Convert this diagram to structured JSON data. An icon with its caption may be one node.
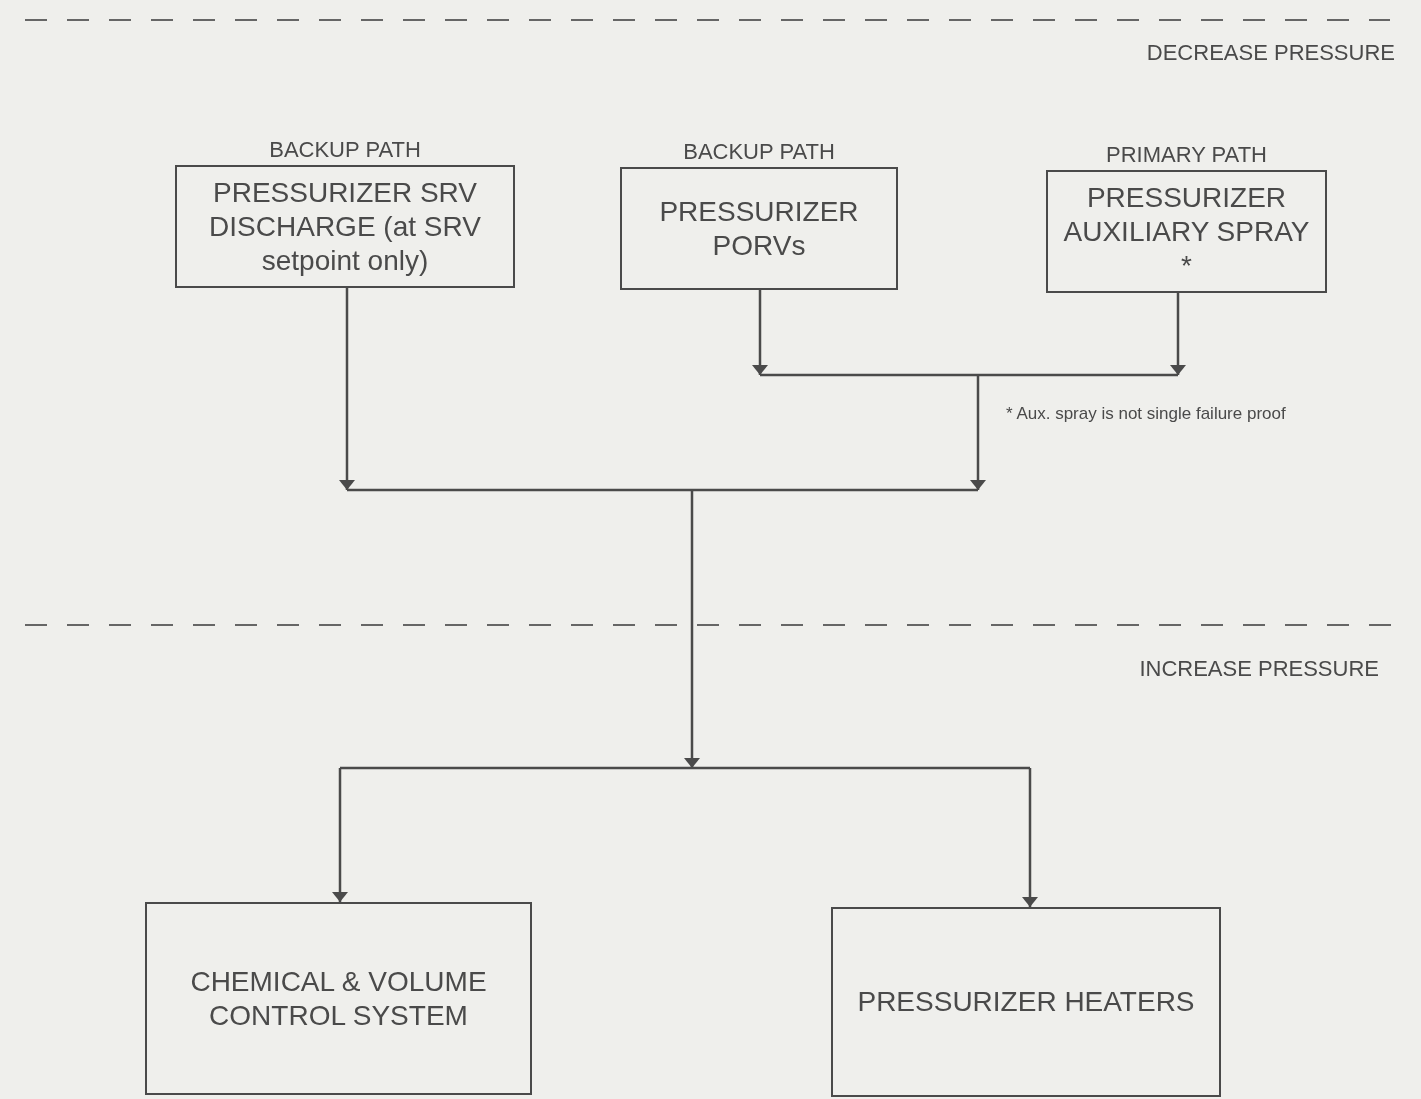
{
  "diagram": {
    "nodes": [
      {
        "text": [
          "BACKUP PATH",
          "PRESSURIZER SRV DISCHARGE (at SRV setpoint only)"
        ]
      },
      {
        "text": [
          "BACKUP PATH",
          "PRESSURIZER PORVs"
        ]
      },
      {
        "text": [
          "PRIMARY PATH",
          "PRESSURIZER AUXILIARY SPRAY *"
        ]
      },
      {
        "text": [
          "CHEMICAL & VOLUME CONTROL SYSTEM"
        ]
      },
      {
        "text": [
          "PRESSURIZER HEATERS"
        ]
      }
    ],
    "edges": [
      {
        "from": 0,
        "to": 3,
        "arrow": "to"
      },
      {
        "from": 0,
        "to": 4,
        "arrow": "to"
      },
      {
        "from": 1,
        "to": 3,
        "arrow": "to"
      },
      {
        "from": 1,
        "to": 4,
        "arrow": "to"
      },
      {
        "from": 2,
        "to": 3,
        "arrow": "to"
      },
      {
        "from": 2,
        "to": 4,
        "arrow": "to"
      }
    ],
    "labels": [
      "DECREASE PRESSURE",
      "* Aux. spray is not single failure proof",
      "INCREASE PRESSURE"
    ]
  }
}
